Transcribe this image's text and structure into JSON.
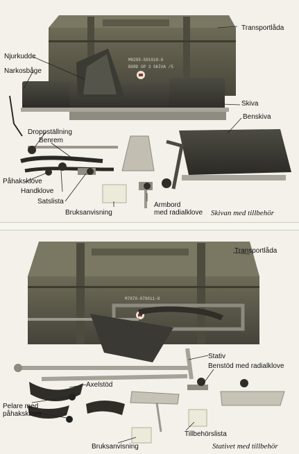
{
  "top_panel": {
    "crate_stencil_1": "M8295-501010-6",
    "crate_stencil_2": "BORD OP 3 SKIVA /5",
    "labels": {
      "transportlada": "Transportlåda",
      "njurkudde": "Njurkudde",
      "narkosbage": "Narkosbåge",
      "skiva": "Skiva",
      "benskiva": "Benskiva",
      "droppstallning": "Droppställning",
      "benrem": "Benrem",
      "pahaksklove": "Påhaksklove",
      "handklove": "Handklove",
      "satslista": "Satslista",
      "bruksanvisning": "Bruksanvisning",
      "armbord_1": "Armbord",
      "armbord_2": "med radialklove"
    },
    "caption": "Skivan med tillbehör"
  },
  "bottom_panel": {
    "crate_stencil": "M7870-079011-8",
    "labels": {
      "transportlada": "Transportlåda",
      "stativ": "Stativ",
      "benstod": "Benstöd med radialklove",
      "axelstod": "Axelstöd",
      "pelare_1": "Pelare med",
      "pelare_2": "påhaksklove",
      "bruksanvisning": "Bruksanvisning",
      "tillbehorslista": "Tillbehörslista"
    },
    "caption": "Stativet med tillbehör"
  },
  "colors": {
    "crate": "#5a5847",
    "crate_dark": "#3e3d31",
    "pad": "#3a3a33",
    "metal": "#b9b6ab"
  }
}
